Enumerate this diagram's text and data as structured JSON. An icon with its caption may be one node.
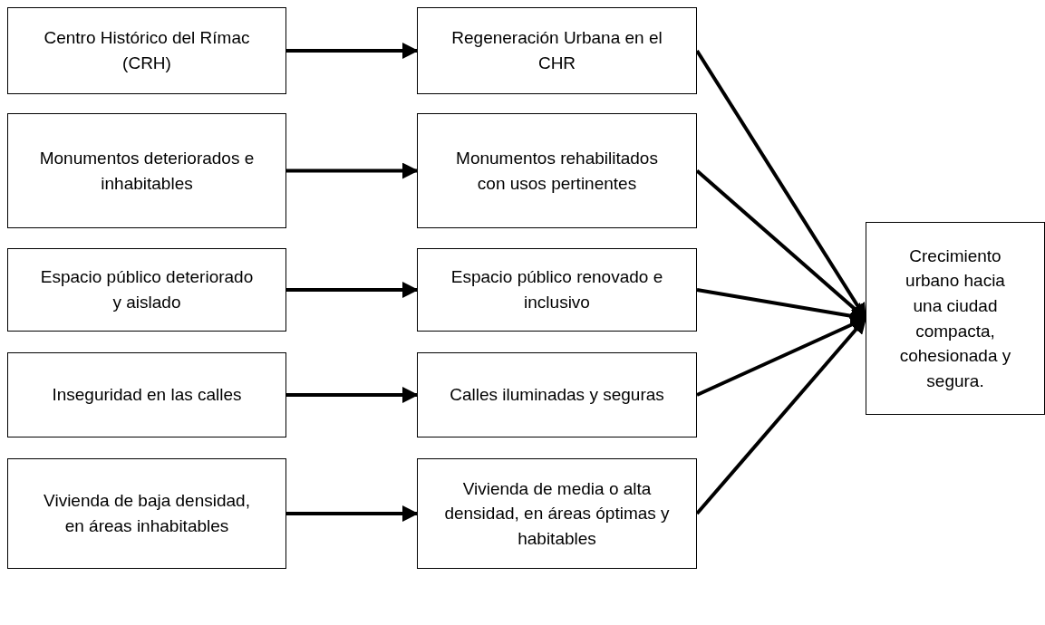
{
  "diagram": {
    "nodes": [
      {
        "text": [
          "Centro Histórico del Rímac (CRH)"
        ]
      },
      {
        "text": [
          "Regeneración Urbana en el CHR"
        ]
      },
      {
        "text": [
          "Monumentos deteriorados e inhabitables"
        ]
      },
      {
        "text": [
          "Monumentos rehabilitados con usos pertinentes"
        ]
      },
      {
        "text": [
          "Espacio público deteriorado y aislado"
        ]
      },
      {
        "text": [
          "Espacio público renovado e inclusivo"
        ]
      },
      {
        "text": [
          "Inseguridad en las calles"
        ]
      },
      {
        "text": [
          "Calles iluminadas y seguras"
        ]
      },
      {
        "text": [
          "Vivienda de baja densidad, en áreas inhabitables"
        ]
      },
      {
        "text": [
          "Vivienda de media o alta densidad, en áreas óptimas y habitables"
        ]
      },
      {
        "text": [
          "Crecimiento urbano hacia una ciudad compacta, cohesionada y segura."
        ]
      }
    ],
    "edges": [
      {
        "from": 0,
        "to": 1,
        "arrow": "to"
      },
      {
        "from": 2,
        "to": 3,
        "arrow": "to"
      },
      {
        "from": 4,
        "to": 5,
        "arrow": "to"
      },
      {
        "from": 6,
        "to": 7,
        "arrow": "to"
      },
      {
        "from": 8,
        "to": 9,
        "arrow": "to"
      },
      {
        "from": 1,
        "to": 10,
        "arrow": "to"
      },
      {
        "from": 3,
        "to": 10,
        "arrow": "to"
      },
      {
        "from": 5,
        "to": 10,
        "arrow": "to"
      },
      {
        "from": 7,
        "to": 10,
        "arrow": "to"
      },
      {
        "from": 9,
        "to": 10,
        "arrow": "to"
      }
    ]
  }
}
